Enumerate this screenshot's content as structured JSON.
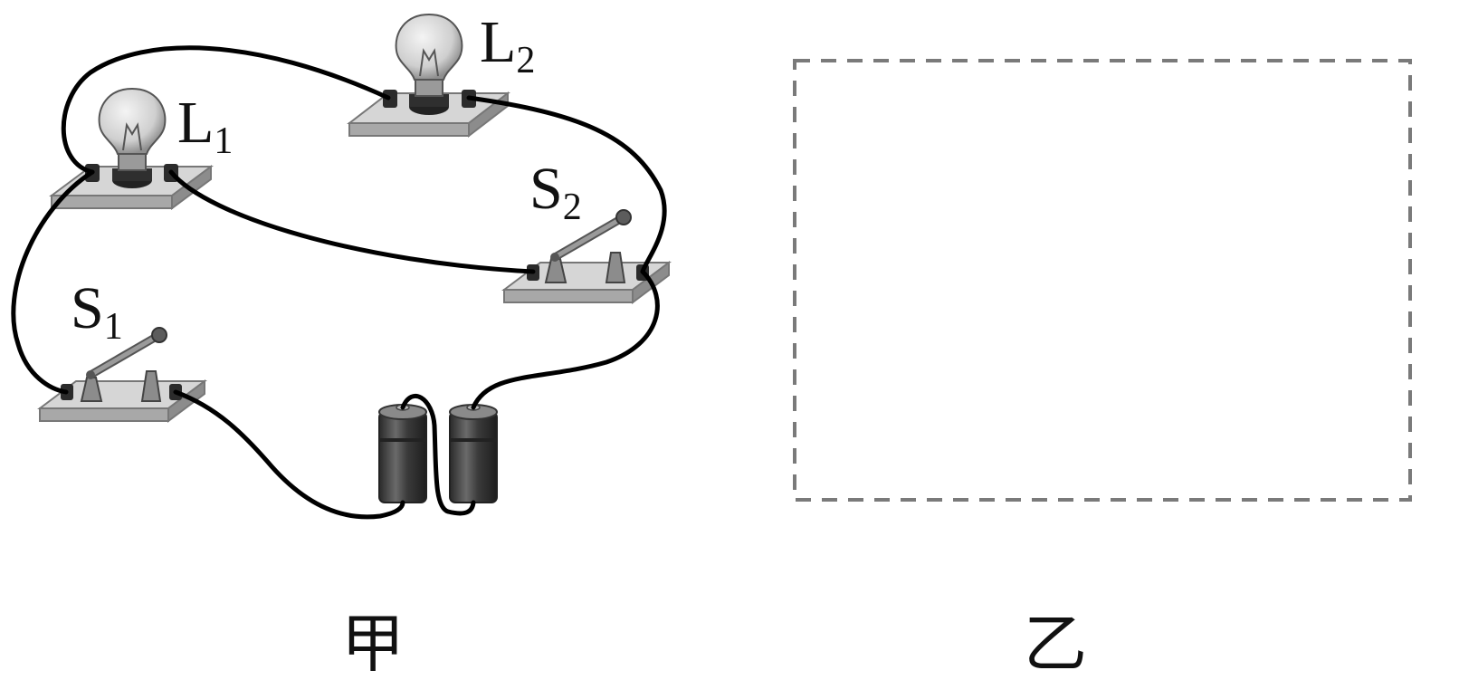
{
  "labels": {
    "bulb1": {
      "main": "L",
      "sub": "1"
    },
    "bulb2": {
      "main": "L",
      "sub": "2"
    },
    "switch1": {
      "main": "S",
      "sub": "1"
    },
    "switch2": {
      "main": "S",
      "sub": "2"
    }
  },
  "captions": {
    "left": "甲",
    "right": "乙"
  },
  "colors": {
    "wire": "#000000",
    "board_top": "#d6d6d6",
    "board_edge": "#a8a8a8",
    "battery_body": "#3f3f3f",
    "dashed_box": "#7a7a7a"
  }
}
